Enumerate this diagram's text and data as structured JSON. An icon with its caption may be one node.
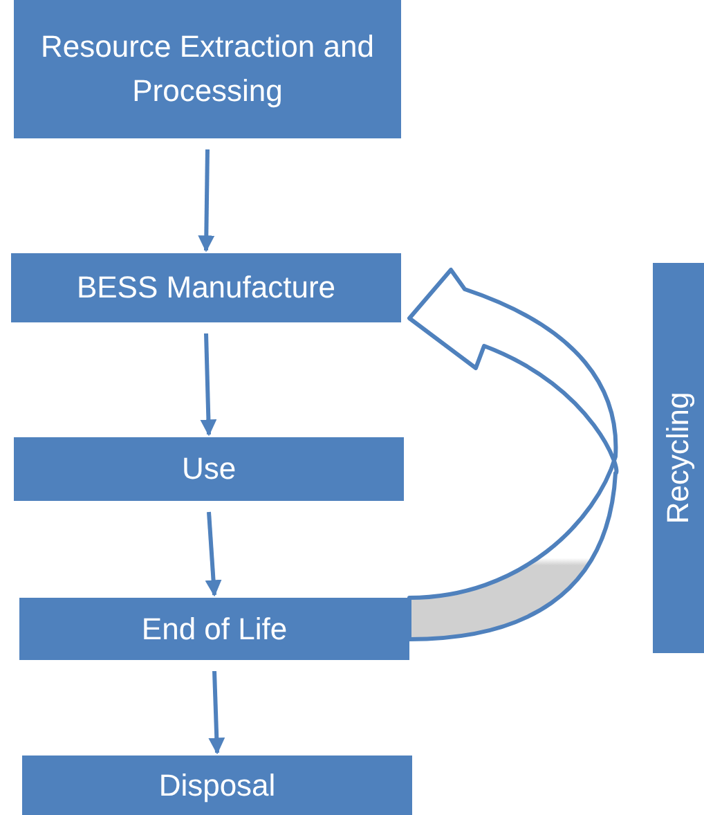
{
  "diagram": {
    "nodes": [
      {
        "text": [
          "Resource Extraction and Processing"
        ]
      },
      {
        "text": [
          "BESS Manufacture"
        ]
      },
      {
        "text": [
          "Use"
        ]
      },
      {
        "text": [
          "End of Life"
        ]
      },
      {
        "text": [
          "Disposal"
        ]
      },
      {
        "text": [
          "Recycling"
        ]
      }
    ],
    "edges": [
      {
        "from": 0,
        "to": 1,
        "arrow": "to"
      },
      {
        "from": 1,
        "to": 2,
        "arrow": "to"
      },
      {
        "from": 2,
        "to": 3,
        "arrow": "to"
      },
      {
        "from": 3,
        "to": 4,
        "arrow": "to"
      },
      {
        "from": 3,
        "to": 1,
        "arrow": "to",
        "style": "thick"
      }
    ]
  }
}
